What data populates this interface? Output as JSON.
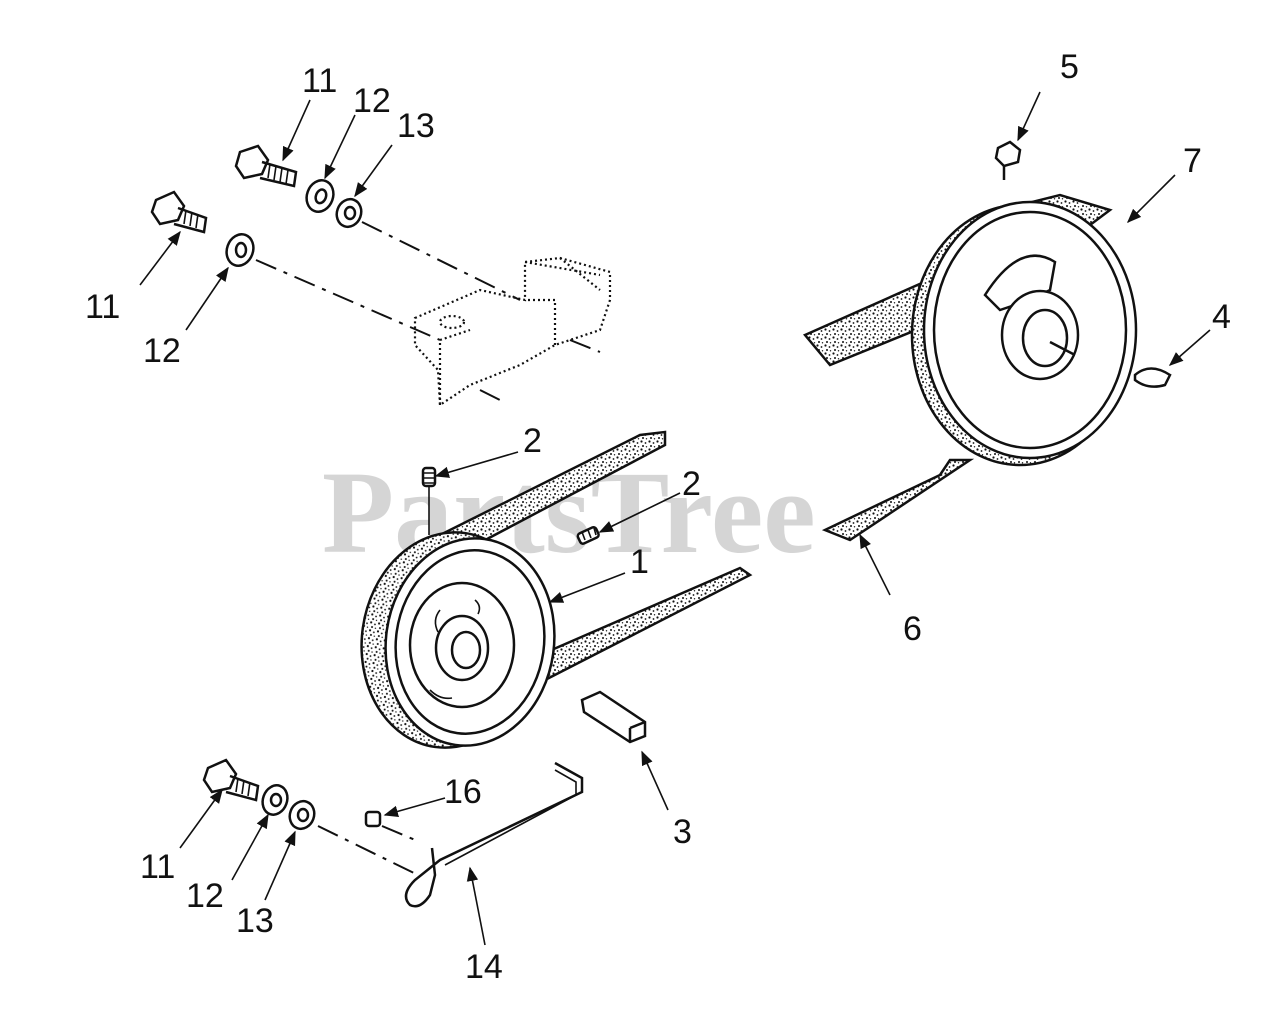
{
  "watermark": "PartsTree",
  "callouts": {
    "c11a": "11",
    "c12a": "12",
    "c13a": "13",
    "c11b": "11",
    "c12b": "12",
    "c5": "5",
    "c7": "7",
    "c4": "4",
    "c2a": "2",
    "c2b": "2",
    "c1": "1",
    "c6": "6",
    "c16": "16",
    "c3": "3",
    "c11c": "11",
    "c12c": "12",
    "c13c": "13",
    "c14": "14"
  }
}
